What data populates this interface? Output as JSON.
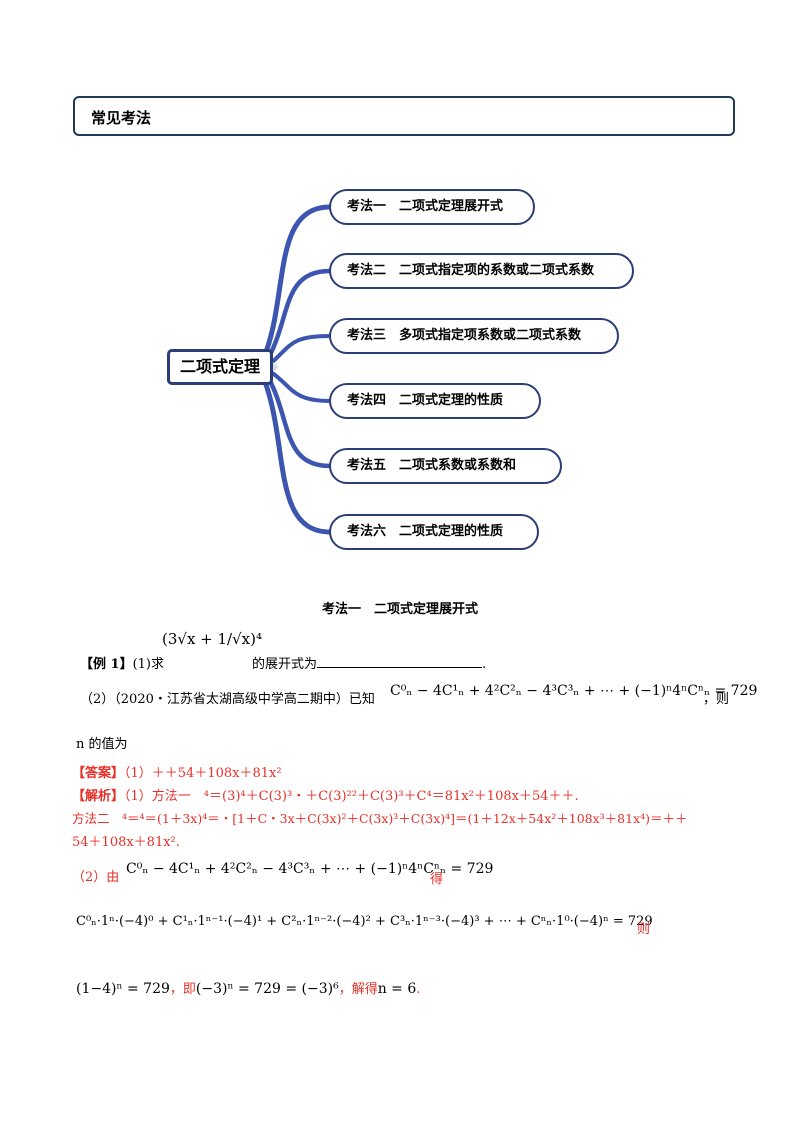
{
  "header": {
    "title": "常见考法"
  },
  "mindmap": {
    "center": "二项式定理",
    "nodes": [
      "考法一　二项式定理展开式",
      "考法二　二项式指定项的系数或二项式系数",
      "考法三　多项式指定项系数或二项式系数",
      "考法四　二项式定理的性质",
      "考法五　二项式系数或系数和",
      "考法六　二项式定理的性质"
    ]
  },
  "section": {
    "title": "考法一　二项式定理展开式"
  },
  "example": {
    "label": "【例 1】",
    "part1_prefix": "(1)求",
    "part1_expr": "(3√x + 1/√x)⁴",
    "part1_suffix": "的展开式为",
    "part1_end": ".",
    "part2_source": "（2）（2020・江苏省太湖高级中学高二期中）已知",
    "part2_expr": "C⁰ₙ − 4C¹ₙ + 4²C²ₙ − 4³C³ₙ + ⋯ + (−1)ⁿ4ⁿCⁿₙ = 729",
    "part2_suffix": "，则",
    "part2_line2": "n 的值为"
  },
  "answer": {
    "label": "【答案】",
    "text": "（1）＋＋54＋108x＋81x²"
  },
  "analysis": {
    "label": "【解析】",
    "line1": "（1）方法一　⁴＝(3)⁴＋C(3)³・＋C(3)²²＋C(3)³＋C⁴＝81x²＋108x＋54＋＋.",
    "line2": "方法二　⁴＝⁴＝(1＋3x)⁴＝・[1＋C・3x＋C(3x)²＋C(3x)³＋C(3x)⁴]＝(1＋12x＋54x²＋108x³＋81x⁴)＝＋＋",
    "line3": "54＋108x＋81x².",
    "part2_prefix": "（2）由",
    "part2_expr": "C⁰ₙ − 4C¹ₙ + 4²C²ₙ − 4³C³ₙ + ⋯ + (−1)ⁿ4ⁿCⁿₙ = 729",
    "part2_de": "得",
    "expand_expr": "C⁰ₙ·1ⁿ·(−4)⁰ + C¹ₙ·1ⁿ⁻¹·(−4)¹ + C²ₙ·1ⁿ⁻²·(−4)² + C³ₙ·1ⁿ⁻³·(−4)³ + ⋯ + Cⁿₙ·1⁰·(−4)ⁿ = 729",
    "expand_ze": "则",
    "final_expr1": "(1−4)ⁿ = 729",
    "final_ji": "，即",
    "final_expr2": "(−3)ⁿ = 729 = (−3)⁶",
    "final_jiede": "，解得",
    "final_expr3": "n = 6",
    "final_dot": "."
  }
}
